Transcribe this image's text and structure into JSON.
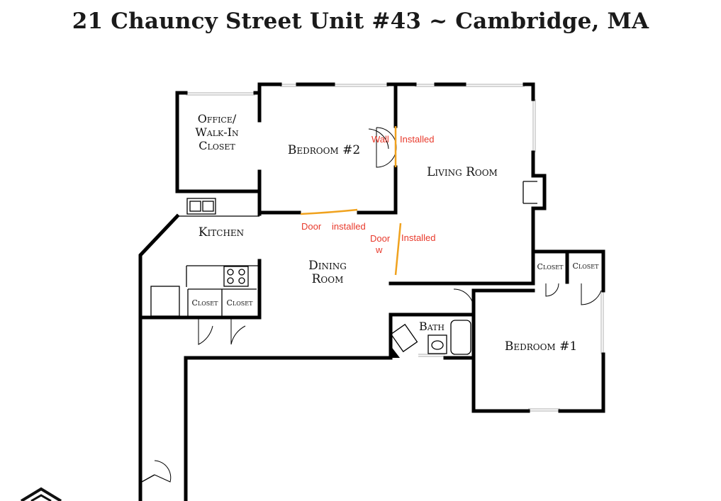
{
  "title": "21 Chauncy Street Unit #43 ~ Cambridge, MA",
  "rooms": {
    "office_l1": "Office/",
    "office_l2": "Walk-In",
    "office_l3": "Closet",
    "bedroom2": "Bedroom #2",
    "living": "Living Room",
    "kitchen": "Kitchen",
    "dining_l1": "Dining",
    "dining_l2": "Room",
    "closet_a": "Closet",
    "closet_b": "Closet",
    "closet_c": "Closet",
    "closet_d": "Closet",
    "bath": "Bath",
    "bedroom1": "Bedroom #1"
  },
  "notes": {
    "wall": "Wall",
    "installed_1": "Installed",
    "door_1": "Door",
    "installed_2": "installed",
    "door_2": "Door",
    "w": "w",
    "installed_3": "Installed"
  },
  "colors": {
    "wall": "#000000",
    "annotation": "#e8392b",
    "marker": "#f0a21e"
  }
}
